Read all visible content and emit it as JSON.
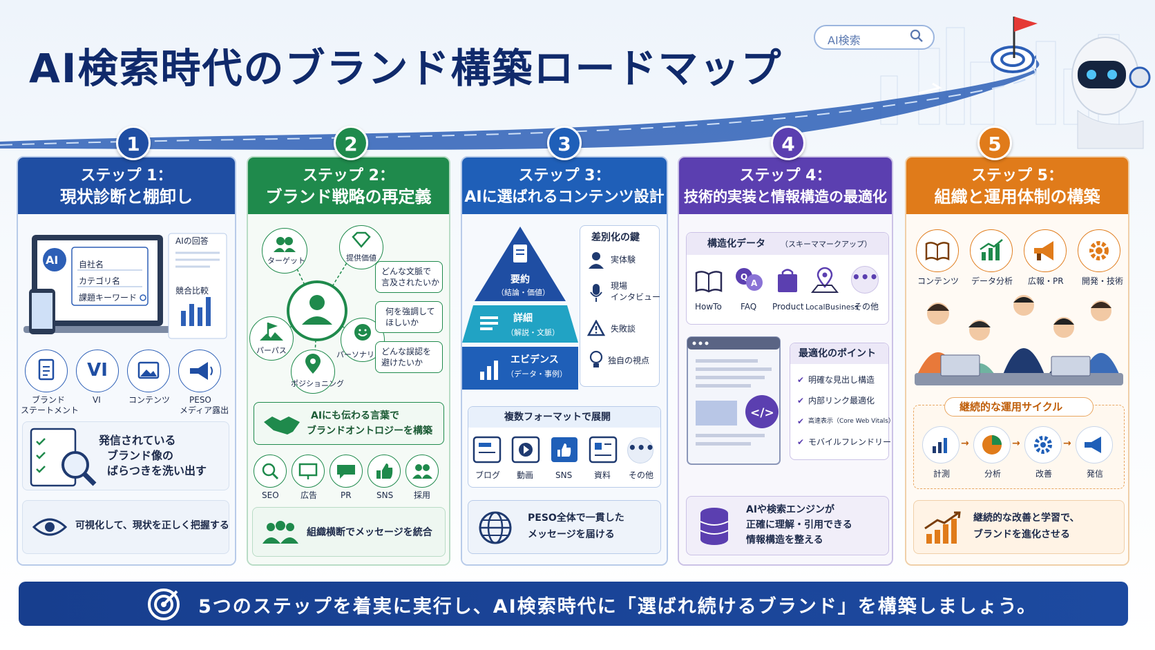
{
  "title": "AI検索時代のブランド構築ロードマップ",
  "search_label": "AI検索",
  "colors": {
    "step1": "#1f4ea3",
    "step2": "#1f8a4c",
    "step3": "#1f5fb8",
    "step4": "#5b3fb0",
    "step5": "#e07b1a"
  },
  "steps": [
    {
      "num": "1",
      "head1": "ステップ 1：",
      "head2": "現状診断と棚卸し",
      "ai_badge": "AI",
      "answer_label": "AIの回答",
      "compare_label": "競合比較",
      "fields": [
        "自社名",
        "カテゴリ名",
        "課題キーワード"
      ],
      "icons": [
        {
          "sym": "clipboard",
          "label": "ブランド\nステートメント"
        },
        {
          "sym": "VI",
          "label": "VI"
        },
        {
          "sym": "image",
          "label": "コンテンツ"
        },
        {
          "sym": "megaphone",
          "label": "PESO\nメディア露出"
        }
      ],
      "icon_labels": [
        "ブランド",
        "ステートメント",
        "VI",
        "コンテンツ",
        "PESO",
        "メディア露出"
      ],
      "check_text": [
        "発信されている",
        "ブランド像の",
        "ばらつきを洗い出す"
      ],
      "footer": "可視化して、現状を正しく把握する"
    },
    {
      "num": "2",
      "head1": "ステップ 2：",
      "head2": "ブランド戦略の再定義",
      "nodes": [
        "ターゲット",
        "提供価値",
        "パーパス",
        "パーソナリティ",
        "ポジショニング"
      ],
      "questions": [
        [
          "どんな文脈で",
          "言及されたいか"
        ],
        [
          "何を強調して",
          "ほしいか"
        ],
        [
          "どんな誤認を",
          "避けたいか"
        ]
      ],
      "ontology": [
        "AIにも伝わる言葉で",
        "ブランドオントロジーを構築"
      ],
      "channels": [
        "SEO",
        "広告",
        "PR",
        "SNS",
        "採用"
      ],
      "footer": "組織横断でメッセージを統合"
    },
    {
      "num": "3",
      "head1": "ステップ 3：",
      "head2": "AIに選ばれるコンテンツ設計",
      "pyramid": [
        [
          "要約",
          "（結論・価値）"
        ],
        [
          "詳細",
          "（解説・文脈）"
        ],
        [
          "エビデンス",
          "（データ・事例）"
        ]
      ],
      "keys_title": "差別化の鍵",
      "keys": [
        "実体験",
        "現場\nインタビュー",
        "失敗談",
        "独自の視点"
      ],
      "keys_lines": [
        "実体験",
        "現場",
        "インタビュー",
        "失敗談",
        "独自の視点"
      ],
      "formats_title": "複数フォーマットで展開",
      "formats": [
        "ブログ",
        "動画",
        "SNS",
        "資料",
        "その他"
      ],
      "footer": [
        "PESO全体で一貫した",
        "メッセージを届ける"
      ]
    },
    {
      "num": "4",
      "head1": "ステップ 4：",
      "head2": "技術的実装と情報構造の最適化",
      "schema_title": "構造化データ",
      "schema_sub": "（スキーママークアップ）",
      "schema_items": [
        "HowTo",
        "FAQ",
        "Product",
        "LocalBusiness",
        "その他"
      ],
      "opt_title": "最適化のポイント",
      "opt_points": [
        "明確な見出し構造",
        "内部リンク最適化",
        "高速表示（Core Web Vitals）",
        "モバイルフレンドリー"
      ],
      "footer": [
        "AIや検索エンジンが",
        "正確に理解・引用できる",
        "情報構造を整える"
      ]
    },
    {
      "num": "5",
      "head1": "ステップ 5：",
      "head2": "組織と運用体制の構築",
      "teams": [
        "コンテンツ",
        "データ分析",
        "広報・PR",
        "開発・技術"
      ],
      "cycle_title": "継続的な運用サイクル",
      "cycle": [
        "計測",
        "分析",
        "改善",
        "発信"
      ],
      "footer": [
        "継続的な改善と学習で、",
        "ブランドを進化させる"
      ]
    }
  ],
  "bottom_message": "5つのステップを着実に実行し、AI検索時代に「選ばれ続けるブランド」を構築しましょう。"
}
